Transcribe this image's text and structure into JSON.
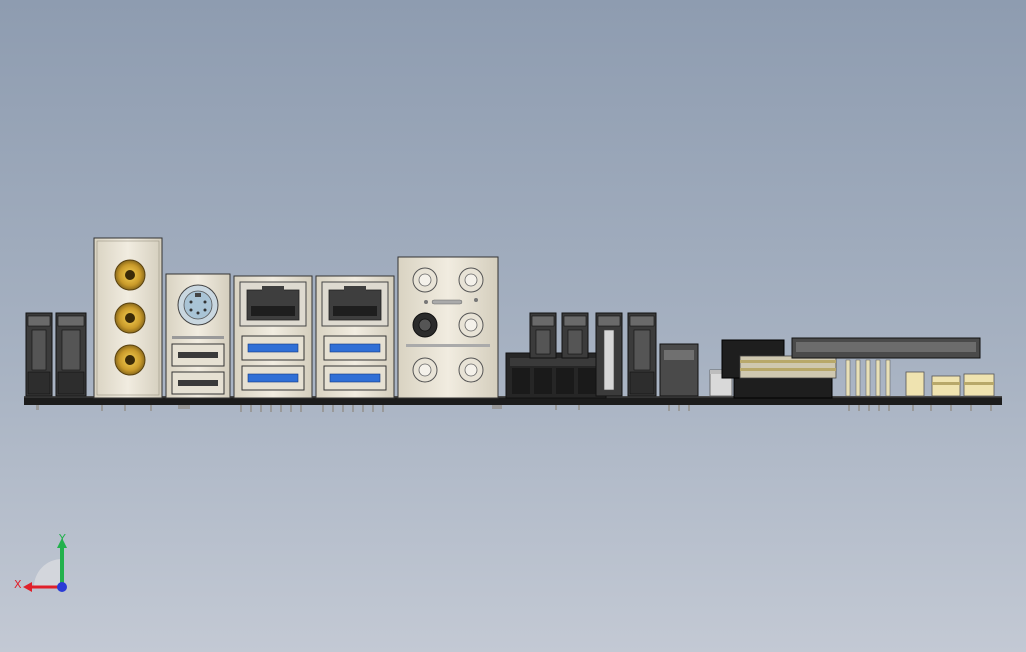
{
  "viewport": {
    "background_top": "#8e9cb0",
    "background_bottom": "#c3c9d4"
  },
  "board": {
    "pcb_color": "#1c1c1c",
    "metal_color": "#e9e4d6",
    "connector_dark": "#2a2a2a",
    "usb3_blue": "#2f6fd6",
    "coax_gold": "#c99a2a",
    "ps2_color": "#a9c4d6"
  },
  "rear_io": {
    "coax_ports": 3,
    "ps2_port": 1,
    "usb_stacks": [
      {
        "name": "usb2-stack",
        "ports": 2,
        "type": "USB 2.0"
      },
      {
        "name": "lan1-usb3-stack",
        "ports": 2,
        "type": "USB 3.0"
      },
      {
        "name": "lan2-usb3-stack",
        "ports": 2,
        "type": "USB 3.0"
      }
    ],
    "rj45_ports": 2,
    "audio_jacks": 6
  },
  "triad": {
    "x_label": "X",
    "y_label": "Y",
    "x_color": "#e0202a",
    "y_color": "#22b14c",
    "z_color": "#2a3bd6"
  }
}
